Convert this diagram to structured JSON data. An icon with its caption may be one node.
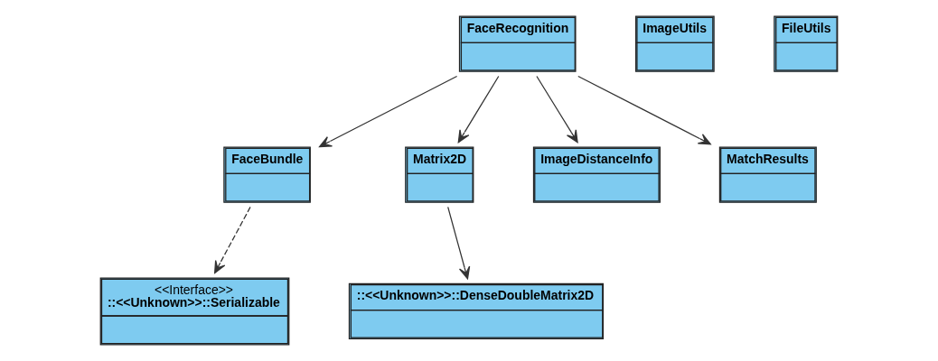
{
  "diagram": {
    "nodes": [
      {
        "text": [
          "FaceRecognition"
        ]
      },
      {
        "text": [
          "FaceBundle"
        ]
      },
      {
        "text": [
          "Matrix2D"
        ]
      },
      {
        "text": [
          "ImageDistanceInfo"
        ]
      },
      {
        "text": [
          "MatchResults"
        ]
      },
      {
        "text": [
          "ImageUtils"
        ]
      },
      {
        "text": [
          "FileUtils"
        ]
      },
      {
        "text": [
          "<<Interface>>",
          "::<<Unknown>>::Serializable"
        ]
      },
      {
        "text": [
          "::<<Unknown>>::DenseDoubleMatrix2D"
        ]
      }
    ],
    "edges": [
      {
        "from": 0,
        "to": 1,
        "arrow": "to"
      },
      {
        "from": 0,
        "to": 2,
        "arrow": "to"
      },
      {
        "from": 0,
        "to": 3,
        "arrow": "to"
      },
      {
        "from": 0,
        "to": 4,
        "arrow": "to"
      },
      {
        "from": 1,
        "to": 7,
        "arrow": "to",
        "style": "dashed"
      },
      {
        "from": 2,
        "to": 8,
        "arrow": "to"
      }
    ]
  }
}
